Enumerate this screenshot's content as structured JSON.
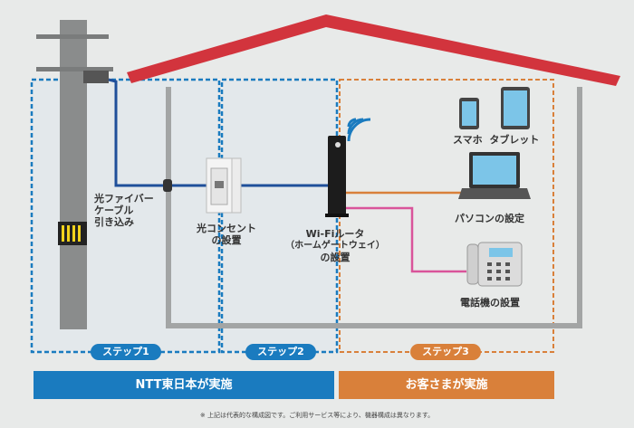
{
  "labels": {
    "fiber_line1": "光ファイバー",
    "fiber_line2": "ケーブル",
    "fiber_line3": "引き込み",
    "outlet_line1": "光コンセント",
    "outlet_line2": "の設置",
    "router_line1": "Wi-Fiルータ",
    "router_line2": "（ホームゲートウェイ）",
    "router_line3": "の設置",
    "mobile": "スマホ  タブレット",
    "pc": "パソコンの設定",
    "phone": "電話機の設置"
  },
  "steps": [
    {
      "label": "ステップ1"
    },
    {
      "label": "ステップ2"
    },
    {
      "label": "ステップ3"
    }
  ],
  "bars": {
    "ntt": "NTT東日本が実施",
    "customer": "お客さまが実施"
  },
  "note": "※ 上記は代表的な構成図です。ご利用サービス等により、機器構成は異なります。",
  "colors": {
    "blue": "#1a7bbf",
    "orange": "#d9803a",
    "red": "#d2343d",
    "pink": "#d9549a",
    "fiber": "#1f4f9a"
  }
}
